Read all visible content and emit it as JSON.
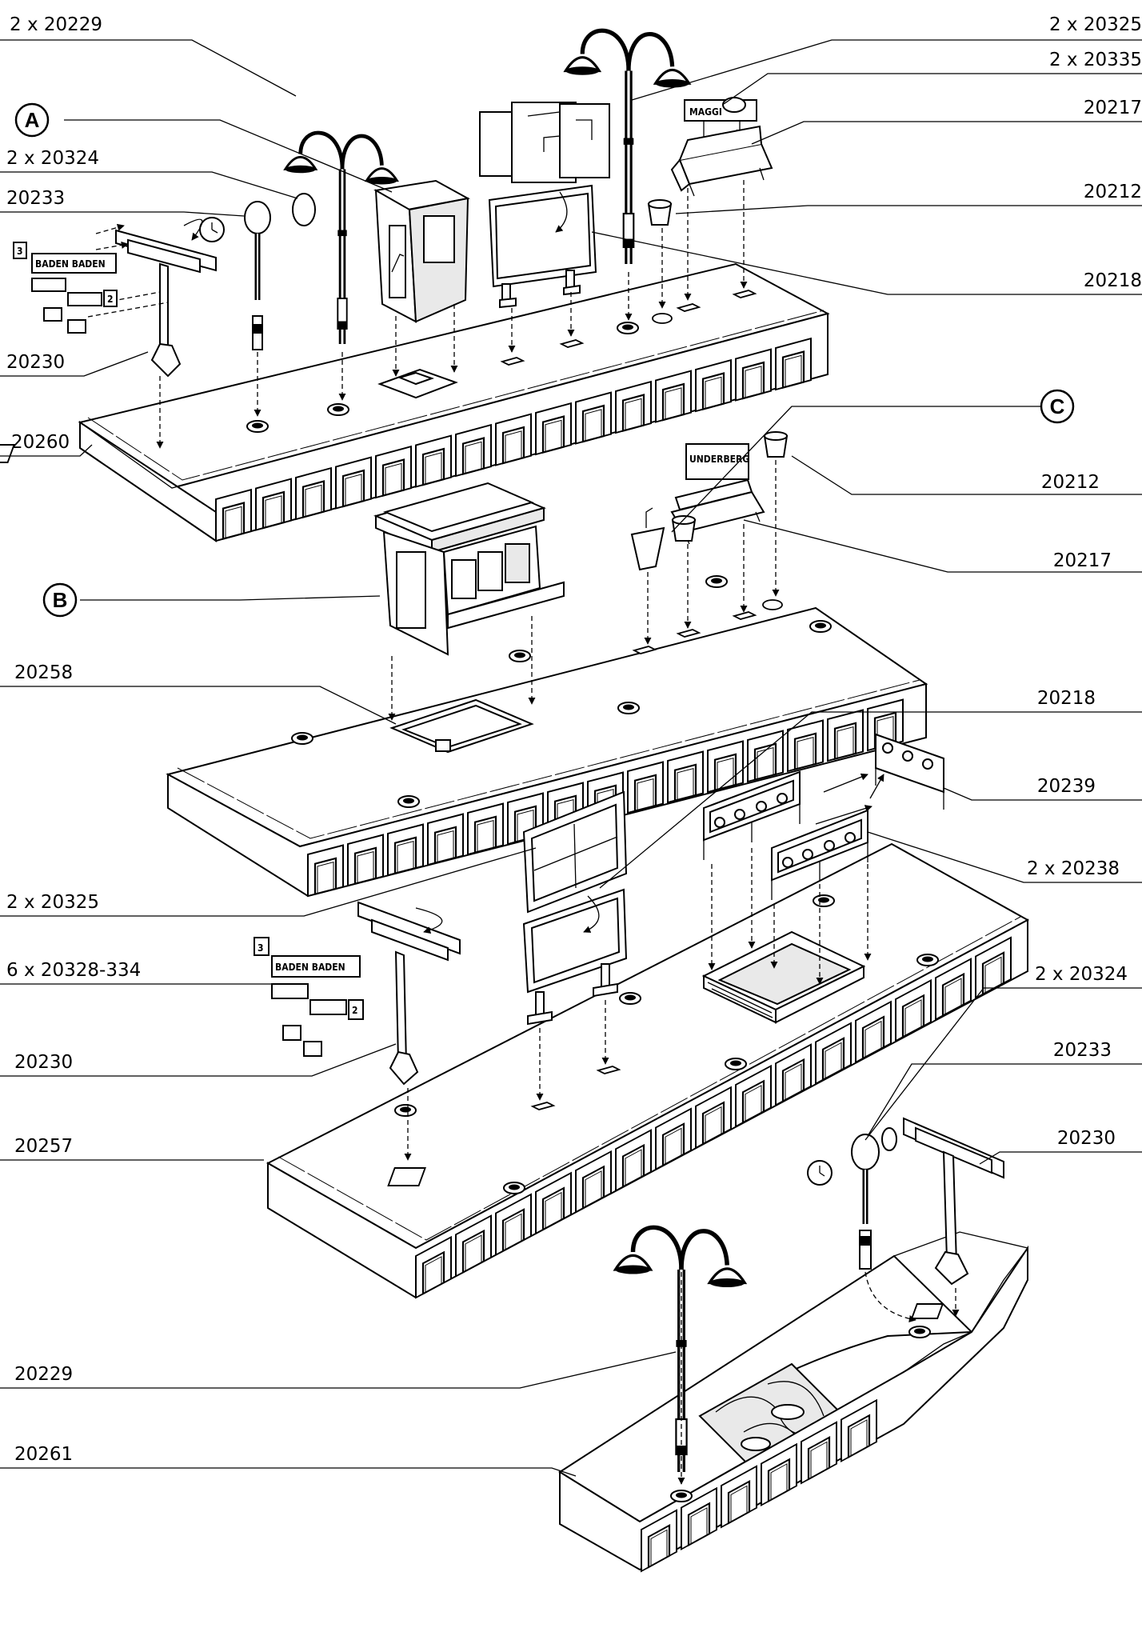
{
  "labels": {
    "l_20229_top": "2 x 20229",
    "l_20325_top": "2 x 20325",
    "l_20335": "2 x 20335",
    "l_20217_top": "20217",
    "l_20212_top": "20212",
    "l_20218_top": "20218",
    "l_20324_top": "2 x 20324",
    "l_20233_top": "20233",
    "l_20230_top": "20230",
    "l_20260": "20260",
    "l_20212_mid": "20212",
    "l_20217_mid": "20217",
    "l_20258": "20258",
    "l_20218_mid": "20218",
    "l_20239": "20239",
    "l_20238": "2 x 20238",
    "l_20325_mid": "2 x 20325",
    "l_20328": "6 x 20328-334",
    "l_20230_mid": "20230",
    "l_20324_low": "2 x 20324",
    "l_20233_low": "20233",
    "l_20257": "20257",
    "l_20230_low": "20230",
    "l_20229_low": "20229",
    "l_20261": "20261"
  },
  "callouts": {
    "a": "A",
    "b": "B",
    "c": "C"
  },
  "signs": {
    "maggi": "MAGGI",
    "underberg": "UNDERBERG",
    "baden_top": "BADEN BADEN",
    "baden_mid": "BADEN BADEN",
    "track_left_top": "3",
    "track_right_top": "2",
    "track_left_mid": "3",
    "track_right_mid": "2"
  }
}
